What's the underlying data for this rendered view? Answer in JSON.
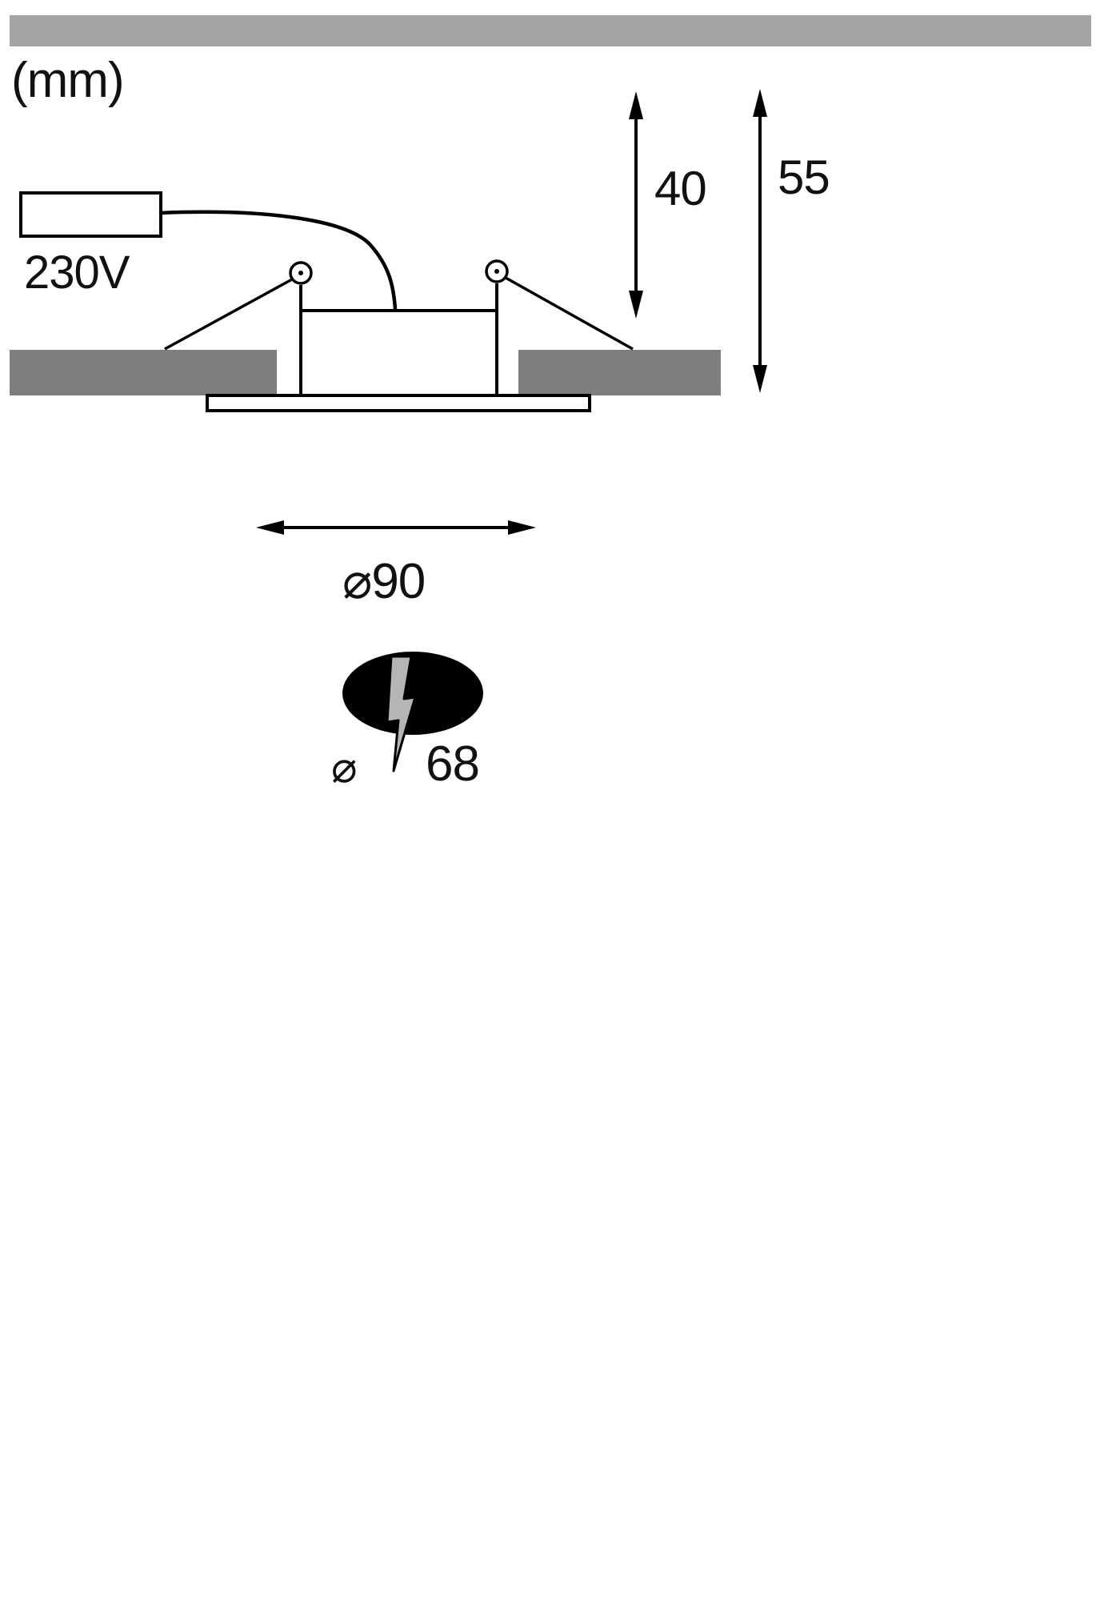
{
  "labels": {
    "unit": "(mm)",
    "voltage": "230V",
    "height_recess": "40",
    "height_total": "55",
    "diameter_trim": "⌀90",
    "cutout_symbol": "⌀",
    "cutout_value": "68"
  },
  "colors": {
    "ceiling_bar": "#a5a4a3",
    "ceiling_cutout": "#7f7e7d",
    "line": "#000000",
    "bolt_fill": "#b5b5b5",
    "background": "#ffffff"
  }
}
